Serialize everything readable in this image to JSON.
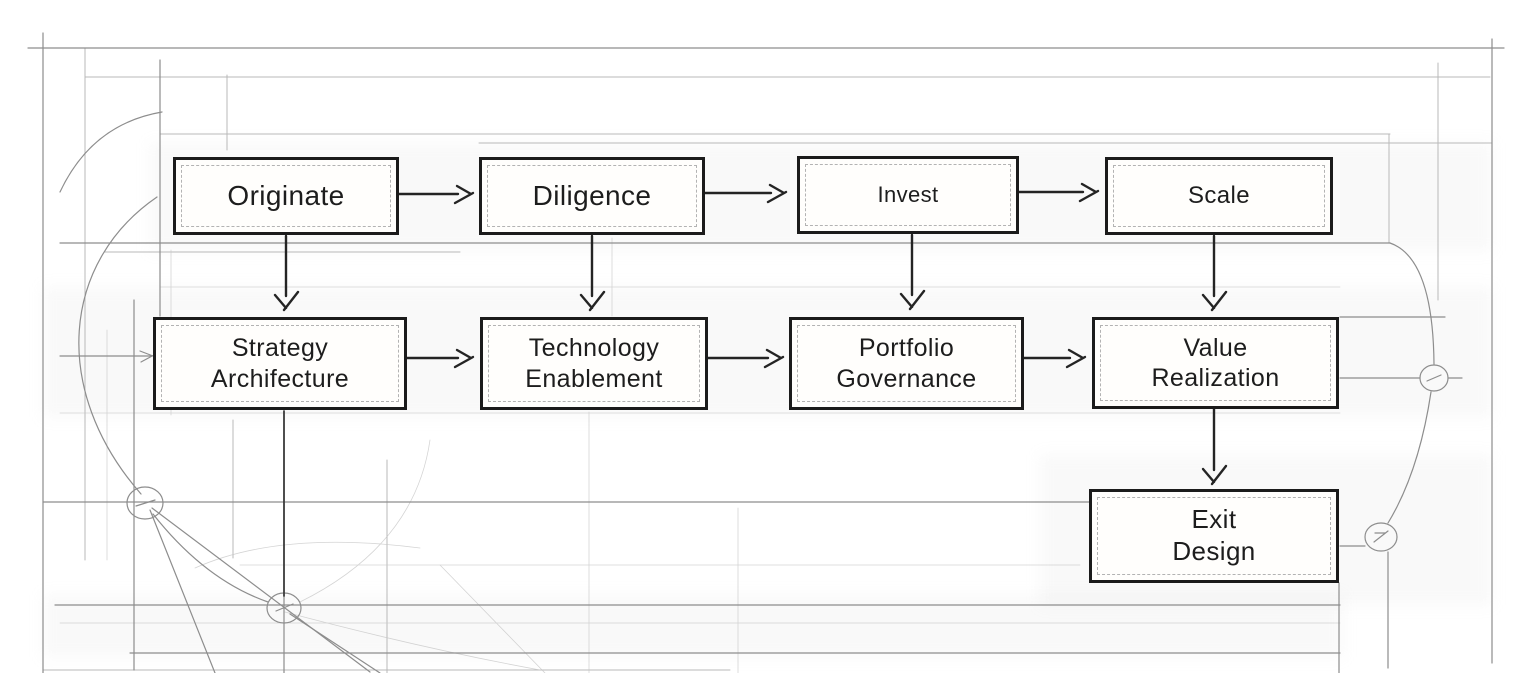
{
  "diagram": {
    "type": "flowchart-sketch",
    "nodes": {
      "row1": [
        "Originate",
        "Diligence",
        "Invest",
        "Scale"
      ],
      "row2": [
        "Strategy\nArchifecture",
        "Technology\nEnablement",
        "Portfolio\nGovernance",
        "Value\nRealization"
      ],
      "row3": [
        "Exit\nDesign"
      ]
    },
    "flow": {
      "row1_sequence": "Originate → Diligence → Invest → Scale",
      "row2_sequence": "Strategy Archifecture → Technology Enablement → Portfolio Governance → Value Realization",
      "vertical_links": "each row1 stage feeds the row2 stage below it; Value Realization feeds Exit Design"
    },
    "colors": {
      "ink": "#242424",
      "box_border": "#1b1b1b",
      "pencil": "#b9b9b9",
      "pencil_dark": "#8d8d8d",
      "paper": "#ffffff"
    }
  }
}
